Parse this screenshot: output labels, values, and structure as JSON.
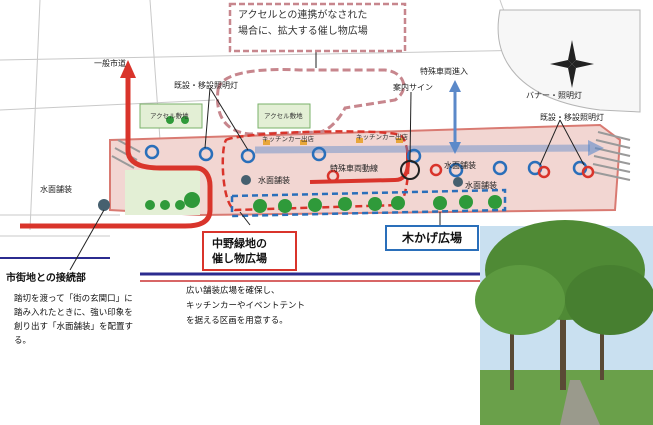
{
  "callouts": {
    "accel_plaza": "アクセルとの連携がなされた\n場合に、拡大する催し物広場",
    "event_plaza": "中野緑地の\n催し物広場",
    "shade_plaza": "木かげ広場"
  },
  "labels": {
    "ippan_road": "一般市道",
    "lighting_left": "既設・移設照明灯",
    "lighting_right": "既設・移設照明灯",
    "accel_left": "アクセル敷地",
    "accel_right": "アクセル敷地",
    "guide_sign": "案内サイン",
    "bollard": "特殊車両進入",
    "banner": "バナー・照明灯",
    "water_pave": "水面舗装",
    "water_feature": "水面舗装",
    "water_pave_right": "水面舗装",
    "kitchen_car_left": "キッチンカー出店",
    "kitchen_car_right": "キッチンカー出店",
    "special_vehicle": "特殊車両動線",
    "city_connect": "市街地との接続部"
  },
  "notes": {
    "city": "踏切を渡って「街の玄関口」に\n踏み入れたときに、強い印象を\n創り出す「水面舗装」を配置す\nる。",
    "event": "広い舗装広場を確保し、\nキッチンカーやイベントテント\nを据える区画を用意する。"
  },
  "colors": {
    "plaza_fill": "#f2d6d2",
    "plaza_border": "#d97a72",
    "event_red": "#d9342b",
    "shade_blue": "#2a6fba",
    "green_tree": "#2f9a3a",
    "arrow_blue": "#5b89c9"
  },
  "icons": [
    "compass-icon",
    "tree-icon",
    "light-icon"
  ]
}
